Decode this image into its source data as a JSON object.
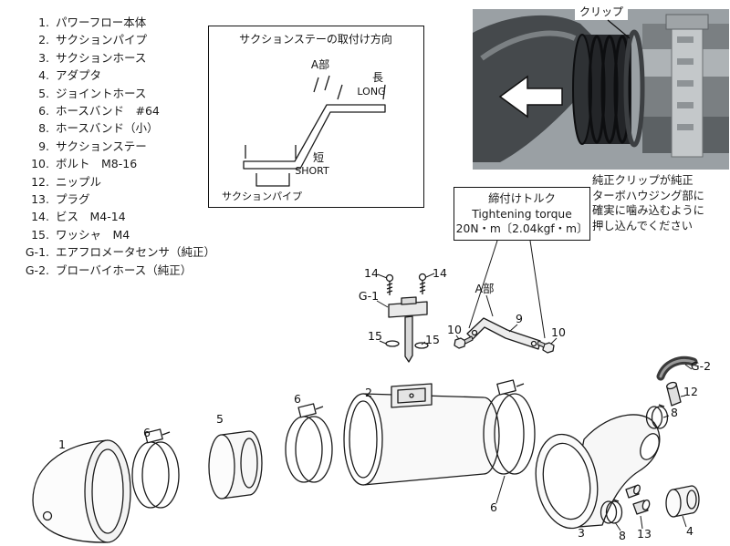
{
  "colors": {
    "ink": "#1a1a1a",
    "photo_metal": "#9aa0a4",
    "photo_dark": "#232528",
    "arrow_fill": "#ffffff"
  },
  "parts_list": {
    "items": [
      {
        "num": "1.",
        "label": "パワーフロー本体"
      },
      {
        "num": "2.",
        "label": "サクションパイプ"
      },
      {
        "num": "3.",
        "label": "サクションホース"
      },
      {
        "num": "4.",
        "label": "アダプタ"
      },
      {
        "num": "5.",
        "label": "ジョイントホース"
      },
      {
        "num": "6.",
        "label": "ホースバンド　#64"
      },
      {
        "num": "8.",
        "label": "ホースバンド（小）"
      },
      {
        "num": "9.",
        "label": "サクションステー"
      },
      {
        "num": "10.",
        "label": "ボルト　M8-16"
      },
      {
        "num": "12.",
        "label": "ニップル"
      },
      {
        "num": "13.",
        "label": "プラグ"
      },
      {
        "num": "14.",
        "label": "ビス　M4-14"
      },
      {
        "num": "15.",
        "label": "ワッシャ　M4"
      },
      {
        "num": "G-1.",
        "label": "エアフロメータセンサ（純正）"
      },
      {
        "num": "G-2.",
        "label": "ブローバイホース（純正）"
      }
    ]
  },
  "stay_box": {
    "title": "サクションステーの取付け方向",
    "a_label": "A部",
    "long_jp": "長",
    "long_en": "LONG",
    "short_jp": "短",
    "short_en": "SHORT",
    "pipe_label": "サクションパイプ"
  },
  "photo": {
    "clip_label": "クリップ",
    "note_lines": [
      "純正クリップが純正",
      "ターボハウジング部に",
      "確実に噛み込むように",
      "押し込んでください"
    ]
  },
  "torque_box": {
    "title_jp": "締付けトルク",
    "title_en": "Tightening torque",
    "value": "20N・m〔2.04kgf・m〕"
  },
  "diagram": {
    "labels": [
      {
        "text": "1"
      },
      {
        "text": "6"
      },
      {
        "text": "5"
      },
      {
        "text": "6"
      },
      {
        "text": "2"
      },
      {
        "text": "14"
      },
      {
        "text": "14"
      },
      {
        "text": "G-1"
      },
      {
        "text": "15"
      },
      {
        "text": "15"
      },
      {
        "text": "10"
      },
      {
        "text": "A部"
      },
      {
        "text": "9"
      },
      {
        "text": "10"
      },
      {
        "text": "6"
      },
      {
        "text": "3"
      },
      {
        "text": "8"
      },
      {
        "text": "13"
      },
      {
        "text": "4"
      },
      {
        "text": "G-2"
      },
      {
        "text": "12"
      },
      {
        "text": "8"
      }
    ]
  }
}
